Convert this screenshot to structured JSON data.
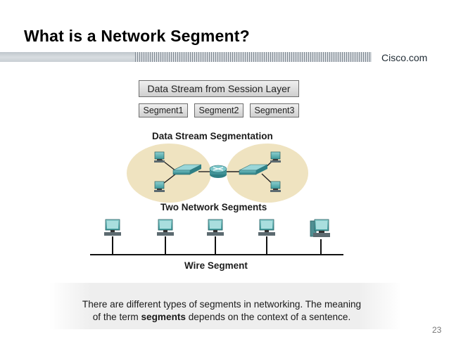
{
  "slide": {
    "title": "What is a Network Segment?",
    "brand": "Cisco.com",
    "page_number": "23"
  },
  "diagram": {
    "top_box": "Data Stream from Session Layer",
    "segments": [
      "Segment1",
      "Segment2",
      "Segment3"
    ],
    "segmentation_label": "Data Stream Segmentation",
    "network_label": "Two Network Segments",
    "wire_label": "Wire Segment"
  },
  "caption": {
    "line1": "There are different types of segments in networking. The meaning",
    "line2_before": "of the term ",
    "line2_bold": "segments",
    "line2_after": " depends on the context of a sentence."
  }
}
